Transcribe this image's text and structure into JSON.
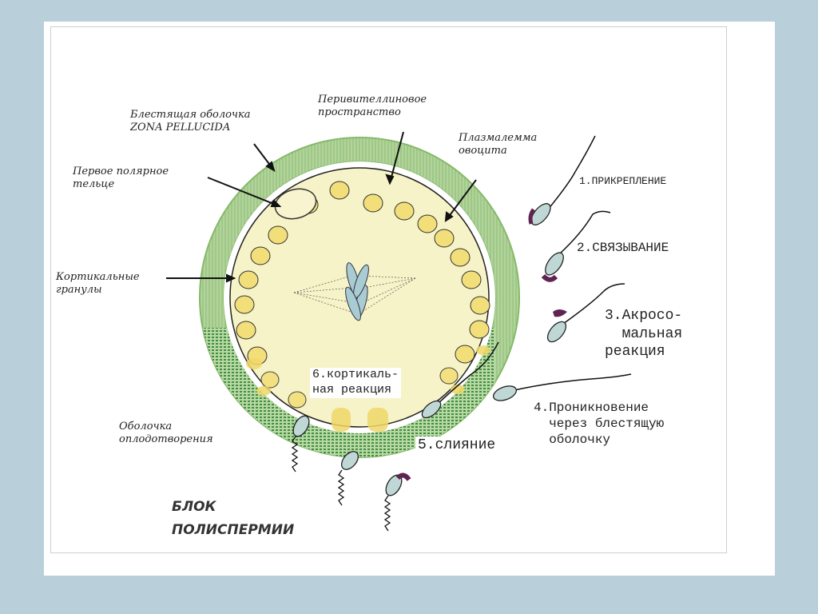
{
  "colors": {
    "background": "#b9cfd9",
    "zona_green": "#86b96a",
    "zona_light": "#b2d39c",
    "cytoplasm": "#f6f3c8",
    "granule": "#f3df7a",
    "sperm_head": "#bfd8d6",
    "acrosome": "#5e2452",
    "fertilization_envelope": "#3c8a3c"
  },
  "icons": {
    "chromosome": "chromosome-icon",
    "sperm": "sperm-icon"
  },
  "labels": {
    "zona": "Блестящая оболочка\nZONA PELLUCIDA",
    "perivitelline": "Перивителлиновое\nпространство",
    "plasmalemma": "Плазмалемма\nовоцита",
    "polar_body": "Первое полярное\nтельце",
    "cortical_granules": "Кортикальные\nгранулы",
    "fertilization_membrane": "Оболочка\nоплодотворения",
    "block": "БЛОК\nПОЛИСПЕРМИИ"
  },
  "steps": [
    {
      "text": "1.ПРИКРЕПЛЕНИЕ"
    },
    {
      "text": "2.СВЯЗЫВАНИЕ"
    },
    {
      "text": "3.Акросо-\n  мальная\nреакция"
    },
    {
      "text": "4.Проникновение\n  через блестящую\n  оболочку"
    },
    {
      "text": "5.слияние"
    },
    {
      "text": "6.кортикаль-\nная реакция"
    }
  ]
}
